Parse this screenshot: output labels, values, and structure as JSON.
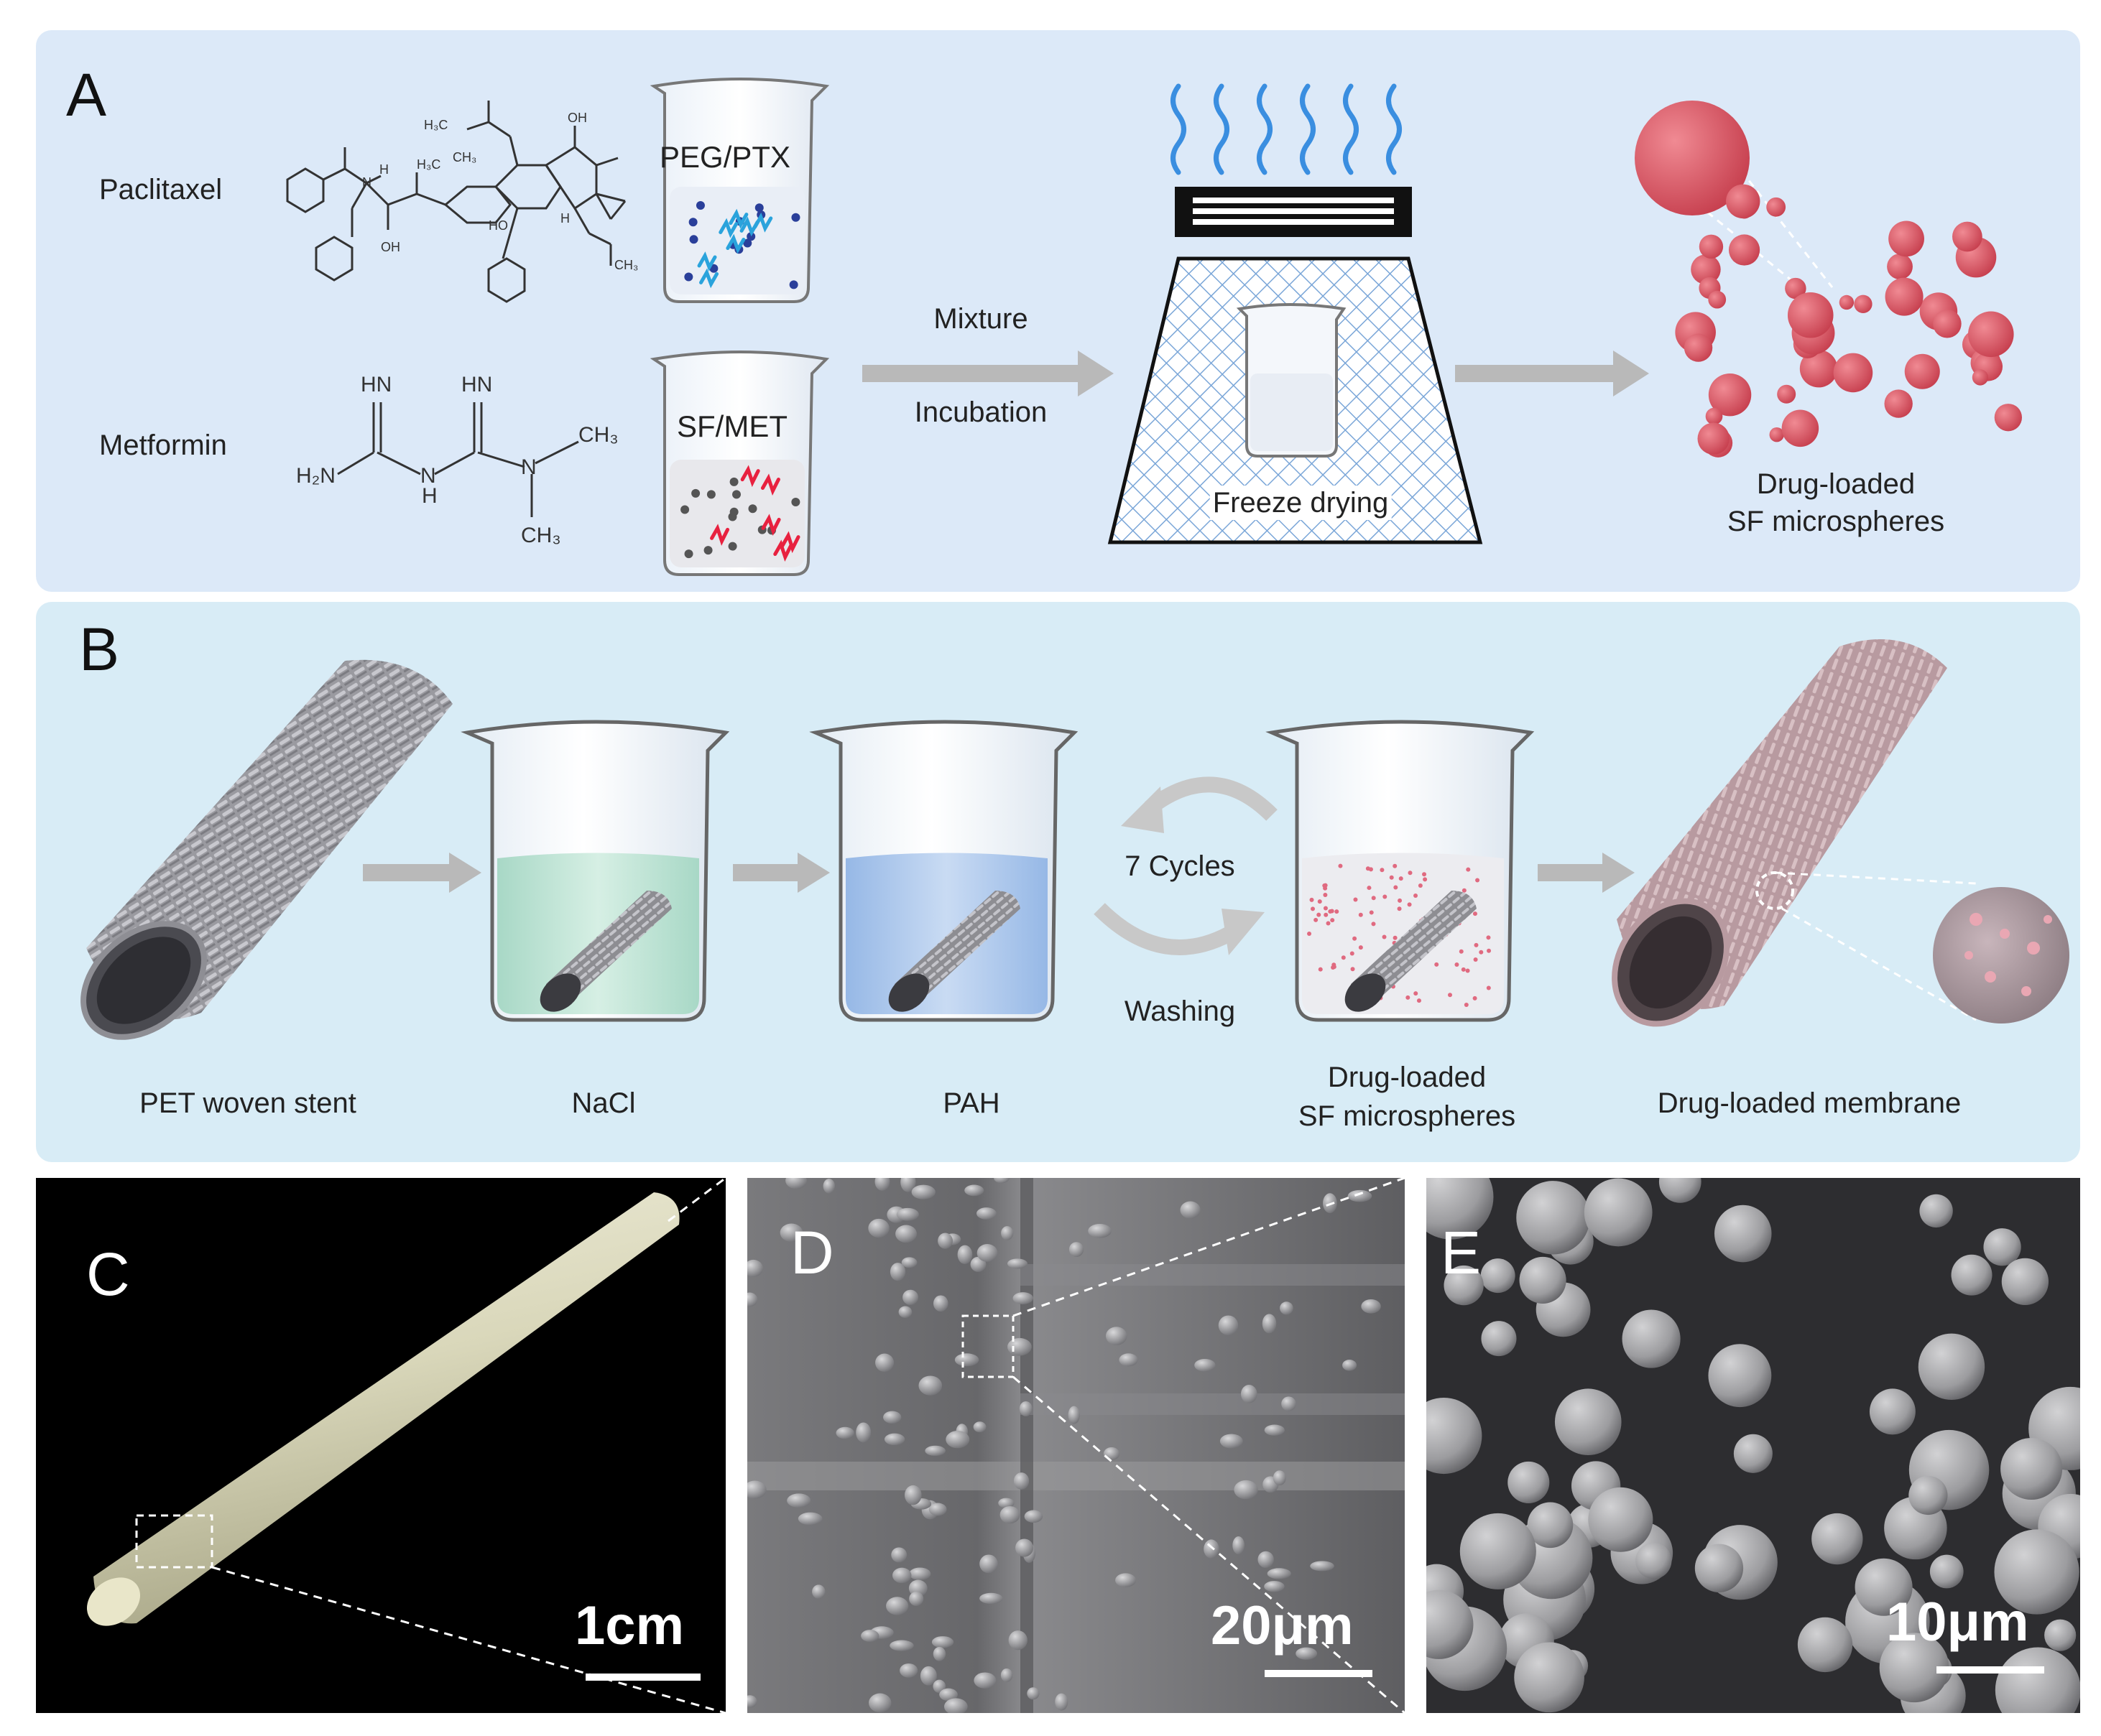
{
  "panel_a": {
    "letter": "A",
    "drug1": "Paclitaxel",
    "drug2": "Metformin",
    "beaker1": "PEG/PTX",
    "beaker2": "SF/MET",
    "arrow_top": "Mixture",
    "arrow_bottom": "Incubation",
    "process": "Freeze drying",
    "product_line1": "Drug-loaded",
    "product_line2": "SF microspheres",
    "chem": {
      "hn1": "HN",
      "hn2": "HN",
      "h2n": "H₂N",
      "h": "H",
      "n": "N",
      "ch3a": "CH₃",
      "ch3b": "CH₃",
      "ptx_h3c_top": "H₃C",
      "ptx_oh1": "OH",
      "ptx_ch3": "CH₃",
      "ptx_h3c": "H₃C",
      "ptx_ho": "HO",
      "ptx_h": "H",
      "ptx_oh2": "OH",
      "ptx_ch3b": "CH₃",
      "ptx_n": "N",
      "ptx_nh": "H"
    }
  },
  "panel_b": {
    "letter": "B",
    "step1": "PET woven stent",
    "step2": "NaCl",
    "step3": "PAH",
    "cycle_top": "7 Cycles",
    "cycle_bottom": "Washing",
    "step4_line1": "Drug-loaded",
    "step4_line2": "SF microspheres",
    "step5": "Drug-loaded membrane"
  },
  "panel_c": {
    "letter": "C",
    "scale": "1cm"
  },
  "panel_d": {
    "letter": "D",
    "scale": "20μm"
  },
  "panel_e": {
    "letter": "E",
    "scale": "10μm"
  },
  "colors": {
    "panel_a_bg": "#dce9f8",
    "panel_b_bg": "#d8ecf6",
    "arrow": "#b9b9b9",
    "microsphere": "#d4505e",
    "ptx_molecule": "#2aa3dc",
    "met_molecule": "#e8213f",
    "nacl_liquid": "#bfe3d4",
    "pah_liquid": "#b5cdee",
    "stent": "#8d8d92",
    "membrane_stent": "#bfa1a7"
  }
}
